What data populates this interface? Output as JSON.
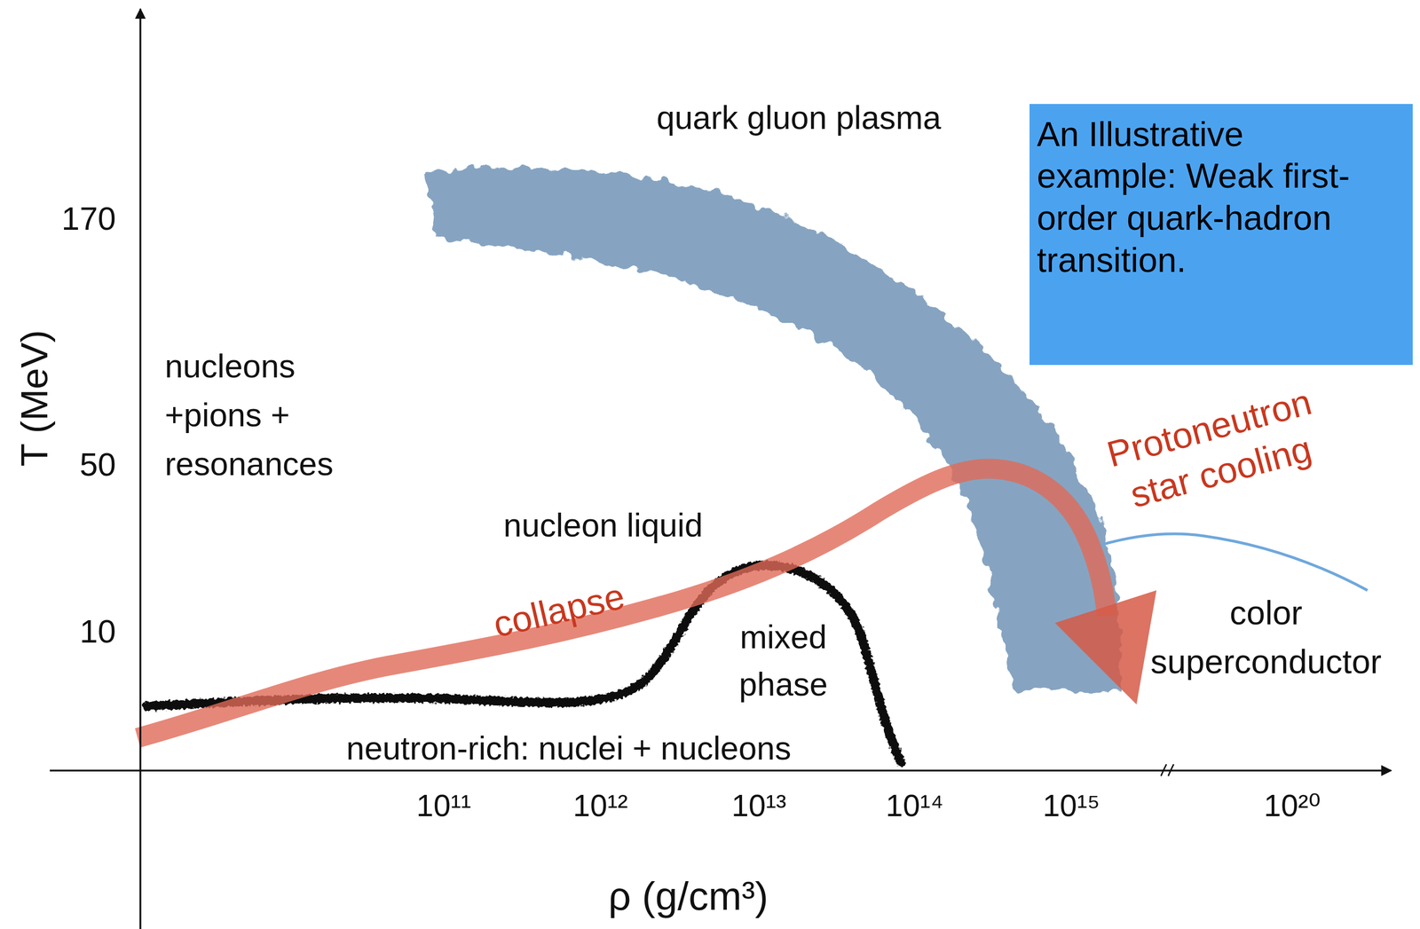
{
  "diagram": {
    "nodes": [
      {
        "text": [
          "An Illustrative example: Weak first-order quark-hadron transition."
        ]
      }
    ],
    "labels": [
      "quark gluon plasma",
      "nucleons +pions + resonances",
      "nucleon liquid",
      "collapse",
      "Protoneutron star cooling",
      "mixed phase",
      "neutron-rich: nuclei + nucleons",
      "color superconductor",
      "T (MeV)",
      "170",
      "50",
      "10",
      "10¹¹",
      "10¹²",
      "10¹³",
      "10¹⁴",
      "10¹⁵",
      "10²⁰",
      "ρ (g/cm³)"
    ]
  }
}
